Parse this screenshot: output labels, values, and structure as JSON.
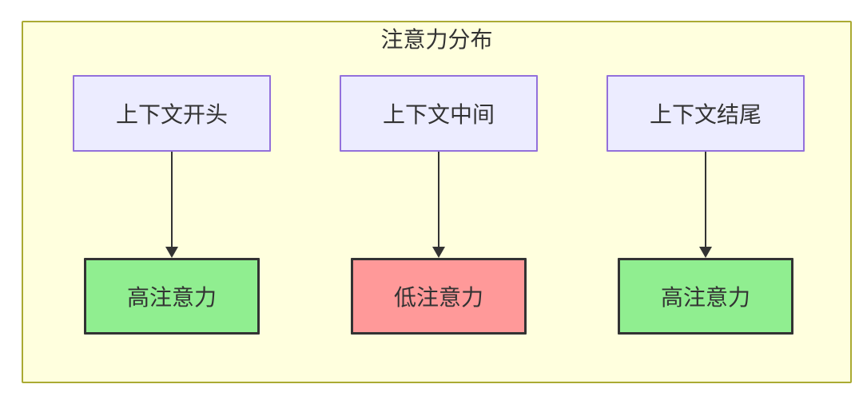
{
  "diagram": {
    "type": "flowchart-top-down",
    "title": "注意力分布",
    "columns": [
      {
        "source": "上下文开头",
        "target": "高注意力",
        "level": "high",
        "target_fill": "#90ee90"
      },
      {
        "source": "上下文中间",
        "target": "低注意力",
        "level": "low",
        "target_fill": "#ff9999"
      },
      {
        "source": "上下文结尾",
        "target": "高注意力",
        "level": "high",
        "target_fill": "#90ee90"
      }
    ],
    "colors": {
      "page_background": "#ffffff",
      "cluster_fill": "#ffffde",
      "cluster_border": "#aaaa33",
      "context_node_fill": "#ececff",
      "context_node_border": "#9370db",
      "high_attention_fill": "#90ee90",
      "low_attention_fill": "#ff9999",
      "result_node_border": "#333333",
      "arrow": "#333333",
      "text": "#333333"
    }
  }
}
